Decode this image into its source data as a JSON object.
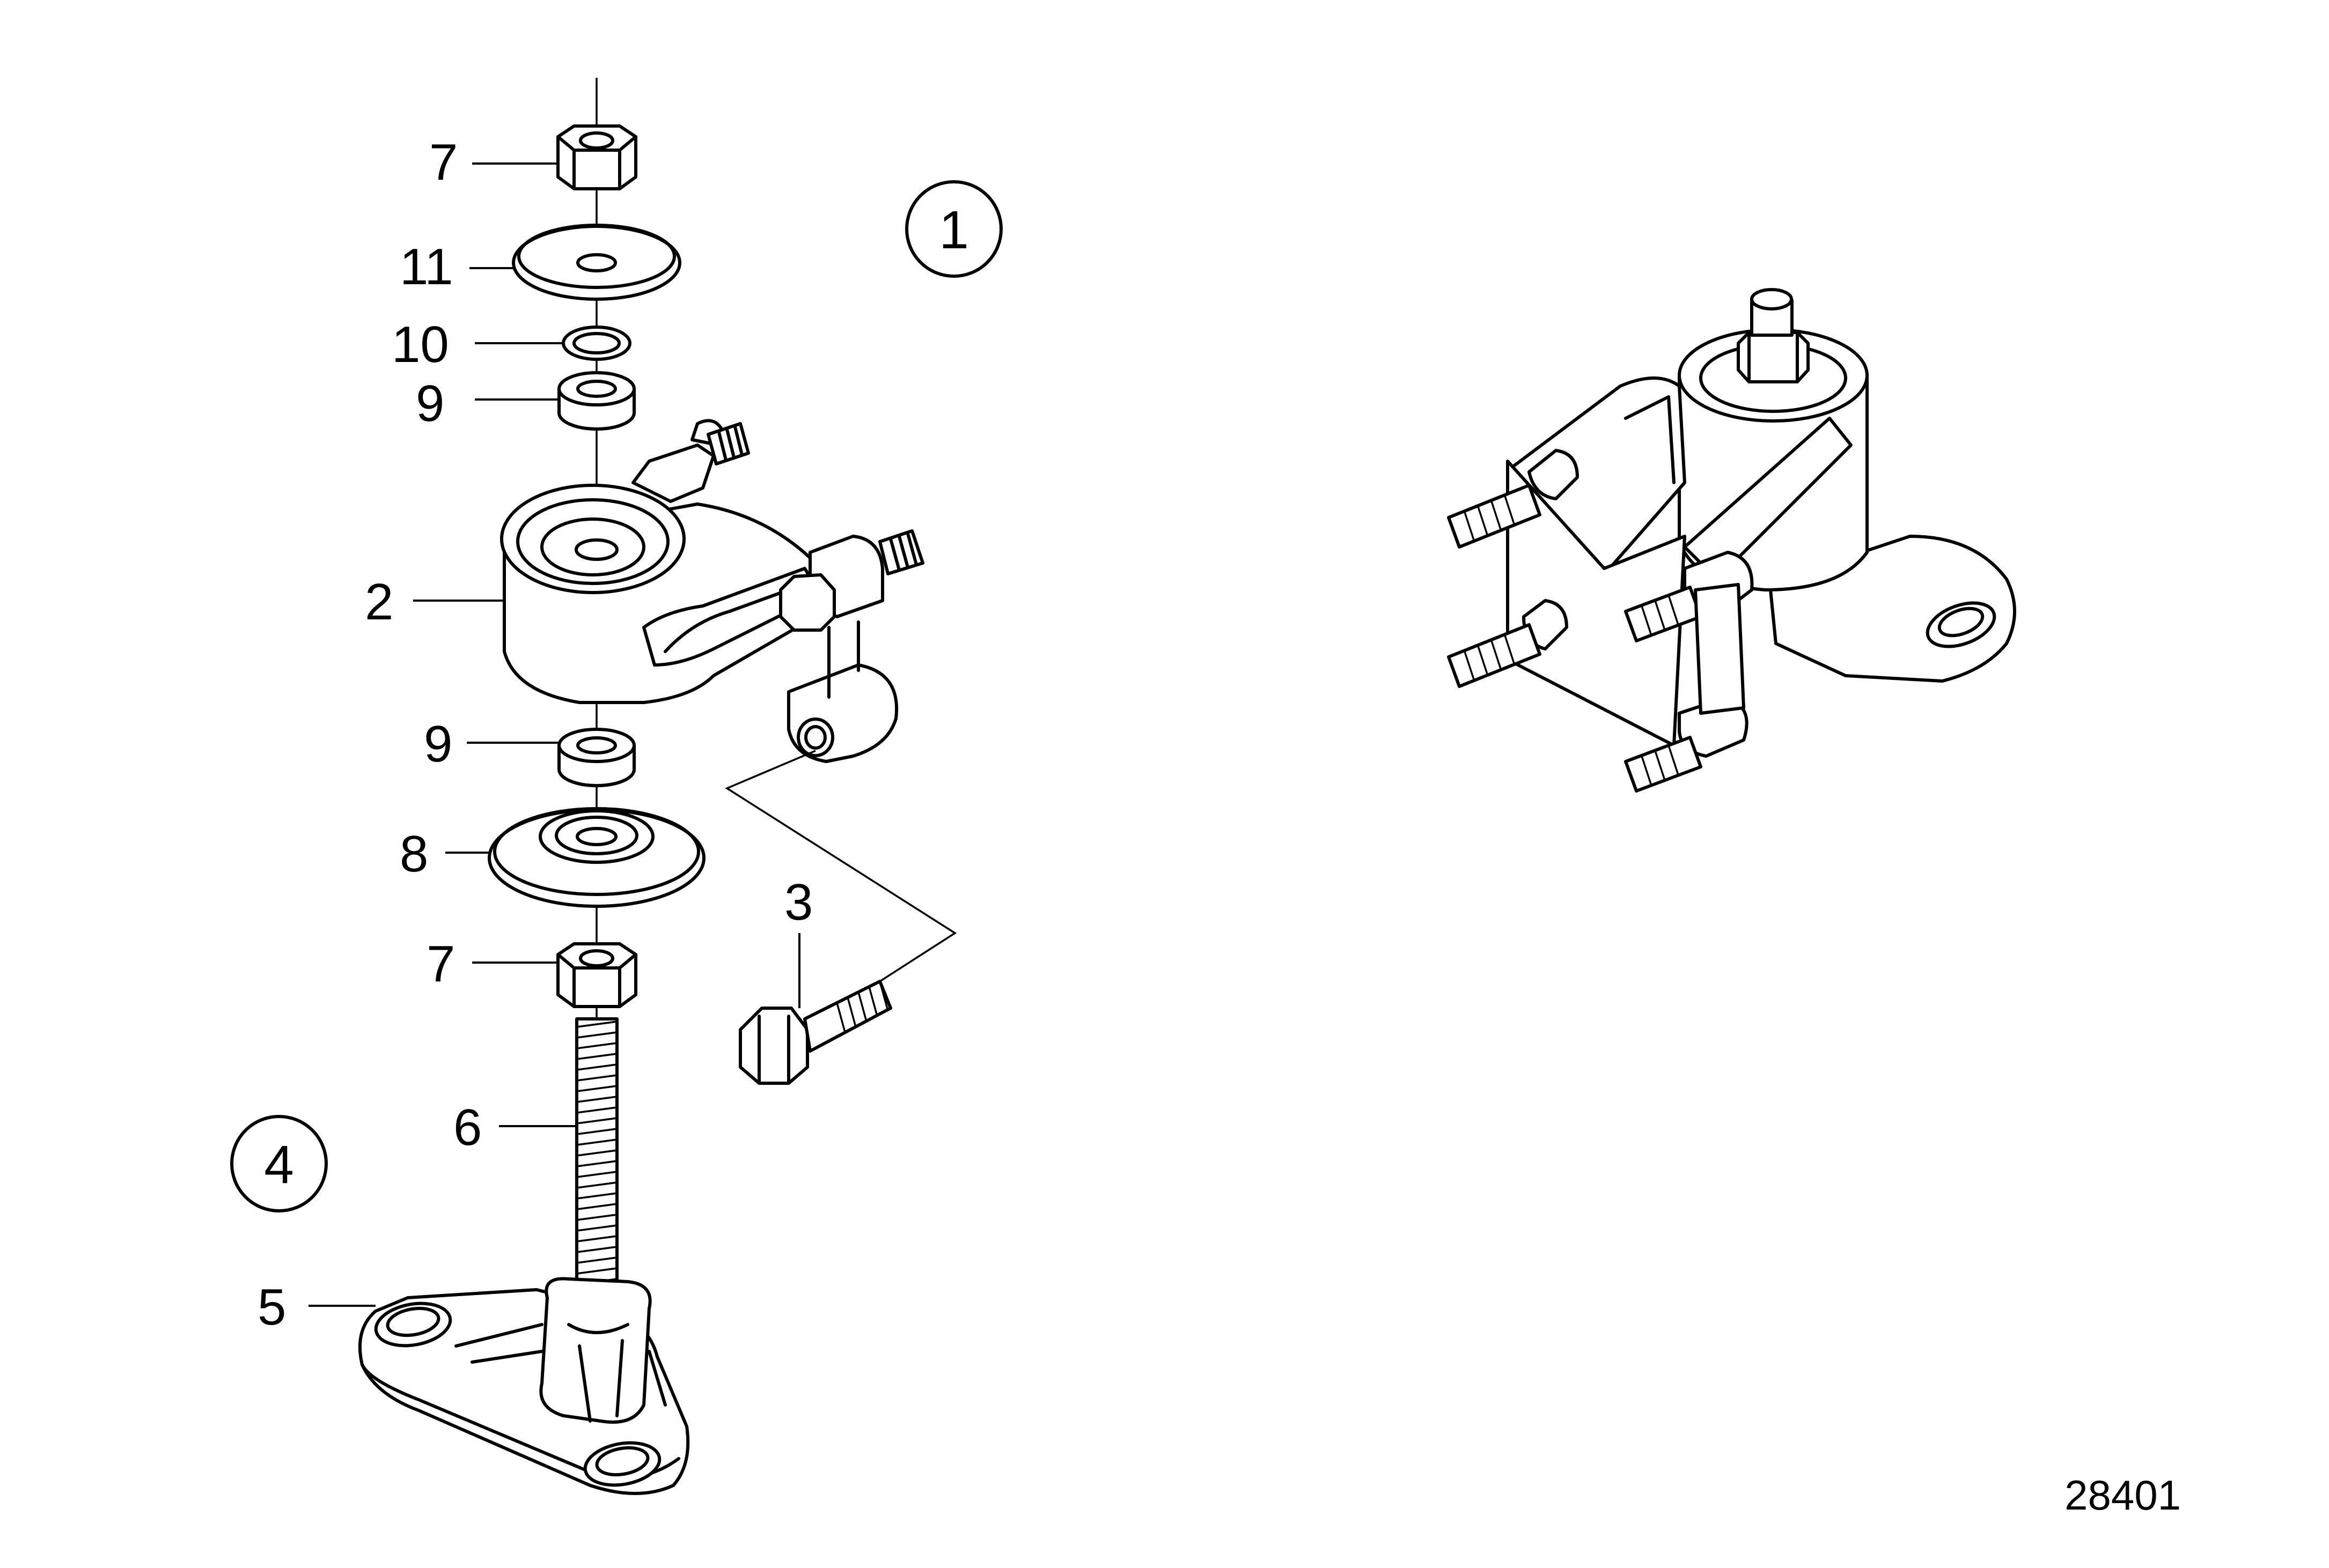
{
  "diagram": {
    "callouts": {
      "assembly_1": "1",
      "assembly_4": "4"
    },
    "labels": {
      "nut_top": "7",
      "washer_large_top": "11",
      "ring": "10",
      "bushing_top": "9",
      "bracket": "2",
      "bushing_bottom": "9",
      "washer_dish": "8",
      "nut_bottom": "7",
      "bolt": "3",
      "stud": "6",
      "foot": "5"
    },
    "reference_number": "28401"
  }
}
